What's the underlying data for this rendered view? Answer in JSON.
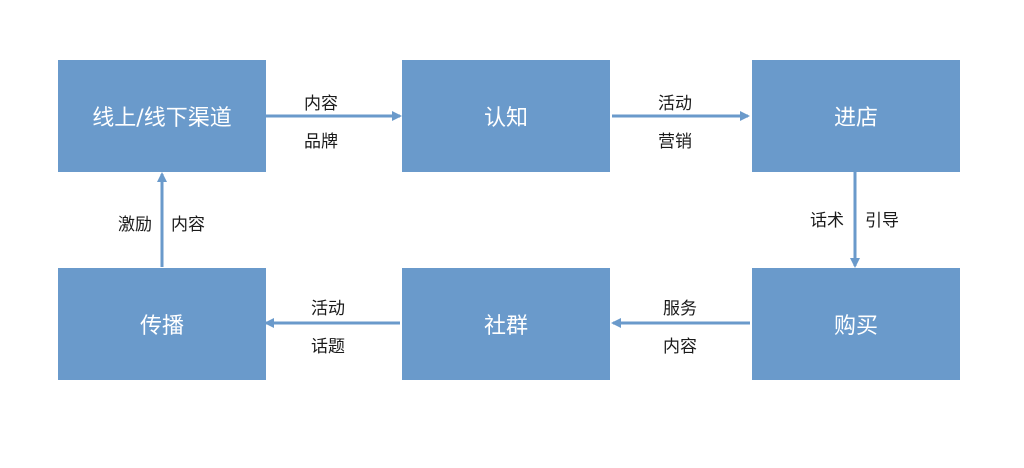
{
  "nodes": {
    "channels": "线上/线下渠道",
    "awareness": "认知",
    "visit": "进店",
    "purchase": "购买",
    "community": "社群",
    "spread": "传播"
  },
  "edges": {
    "channels_to_awareness": {
      "top": "内容",
      "bottom": "品牌"
    },
    "awareness_to_visit": {
      "top": "活动",
      "bottom": "营销"
    },
    "visit_to_purchase": {
      "left": "话术",
      "right": "引导"
    },
    "purchase_to_community": {
      "top": "服务",
      "bottom": "内容"
    },
    "community_to_spread": {
      "top": "活动",
      "bottom": "话题"
    },
    "spread_to_channels": {
      "left": "激励",
      "right": "内容"
    }
  },
  "colors": {
    "node_fill": "#6a9acb",
    "arrow": "#6a9acb"
  }
}
